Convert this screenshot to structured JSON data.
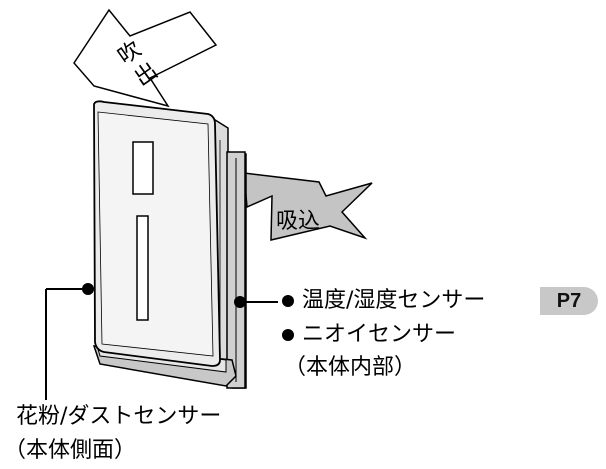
{
  "arrows": {
    "outlet_label_1": "吹",
    "outlet_label_2": "出",
    "inlet_label": "吸込"
  },
  "sensors": {
    "temp_humidity": "温度/湿度センサー",
    "page_ref": "P7",
    "odor": "ニオイセンサー",
    "odor_location": "（本体内部）",
    "pollen_dust": "花粉/ダストセンサー",
    "pollen_dust_location": "（本体側面）"
  }
}
